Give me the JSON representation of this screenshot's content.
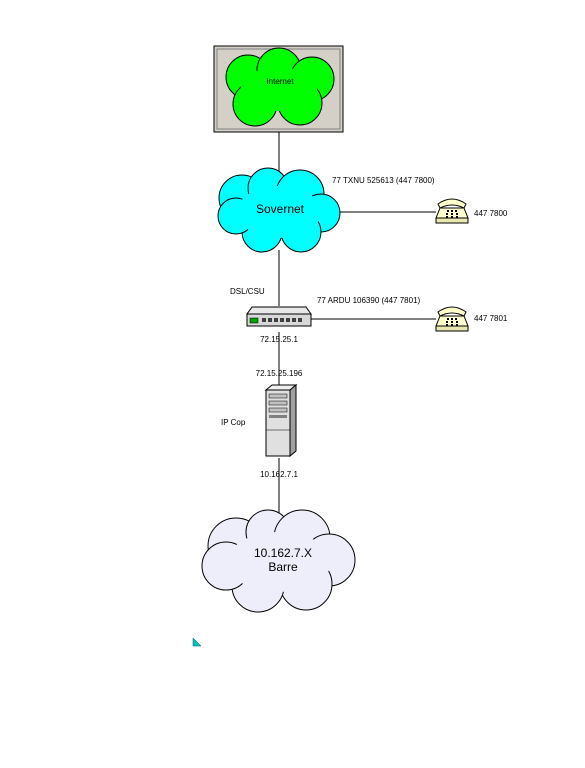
{
  "internet": {
    "label": "Internet",
    "color": "#00ff00",
    "frame_color": "#d4d0c8"
  },
  "sovernet": {
    "label": "Sovernet",
    "color": "#00ffff"
  },
  "barre": {
    "line1": "10.162.7.X",
    "line2": "Barre",
    "color": "#eeeefa"
  },
  "circuit1": {
    "label": "77 TXNU 525613 (447 7800)"
  },
  "circuit2": {
    "label": "77 ARDU 106390 (447 7801)"
  },
  "phone1": {
    "number": "447 7800",
    "icon": "telephone-icon"
  },
  "phone2": {
    "number": "447 7801",
    "icon": "telephone-icon"
  },
  "dsl": {
    "label": "DSL/CSU",
    "ip": "72.15.25.1",
    "icon": "dsl-modem-icon"
  },
  "ipcop": {
    "label": "IP Cop",
    "ip_outer": "72.15.25.196",
    "ip_inner": "10.162.7.1",
    "icon": "server-tower-icon"
  },
  "marker": {
    "icon": "triangle-marker-icon",
    "color": "#00c0c0"
  }
}
